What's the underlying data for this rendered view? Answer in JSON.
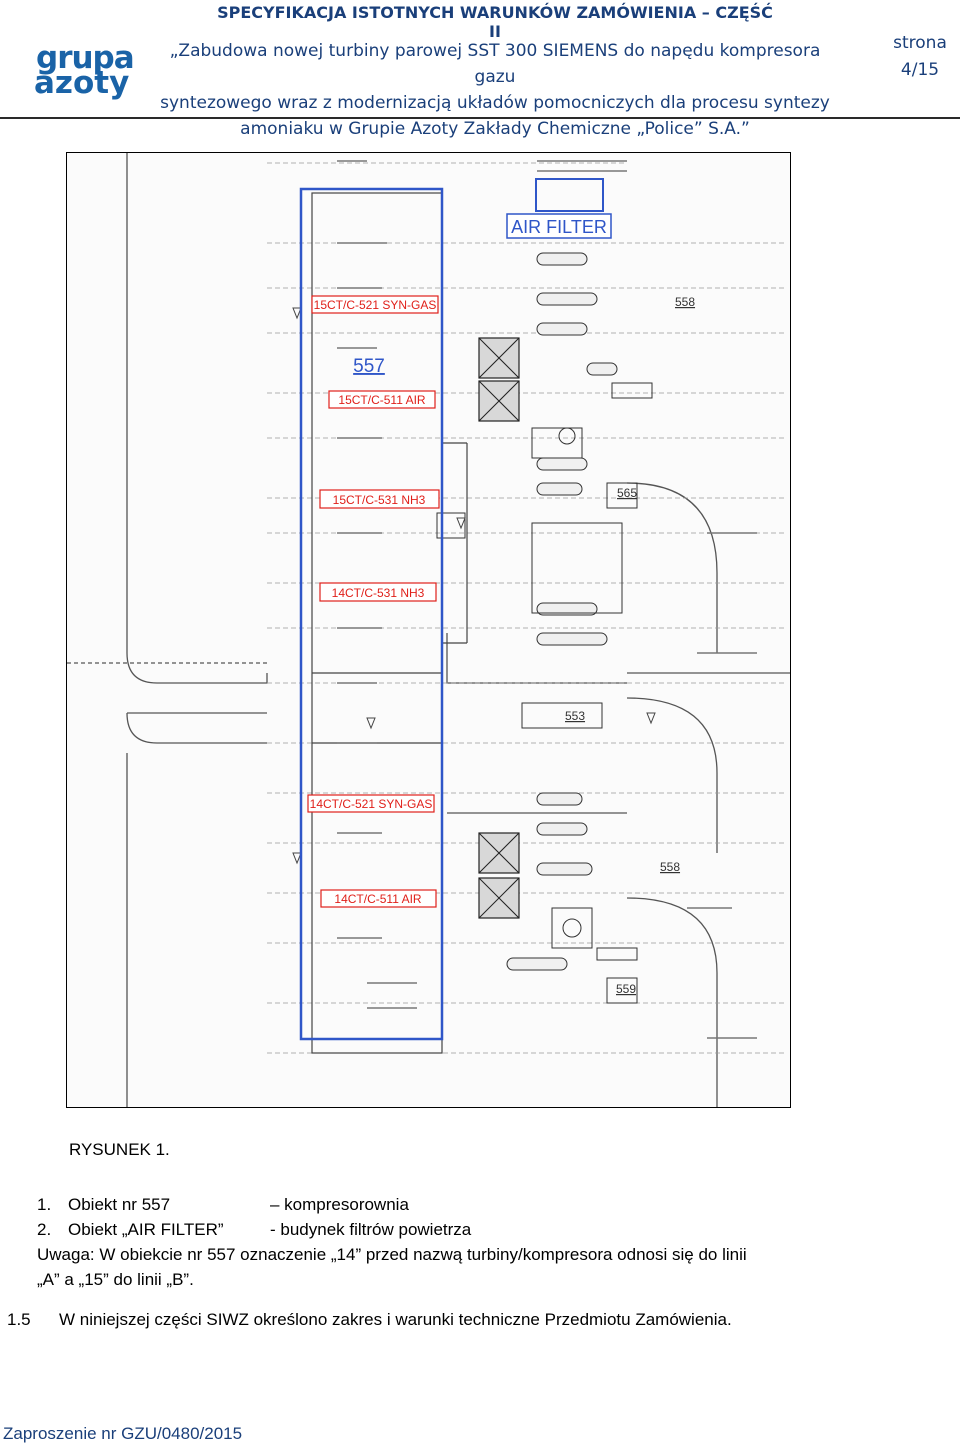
{
  "header": {
    "logo_line1": "grupa",
    "logo_line2": "azoty",
    "spec_title": "SPECYFIKACJA ISTOTNYCH WARUNKÓW ZAMÓWIENIA – CZĘŚĆ II",
    "subject_lines": [
      "„Zabudowa nowej turbiny parowej SST 300 SIEMENS do napędu kompresora gazu",
      "syntezowego wraz z modernizacją układów pomocniczych dla procesu syntezy",
      "amoniaku w Grupie Azoty Zakłady Chemiczne „Police” S.A.”"
    ],
    "page_label": "strona",
    "page_number": "4/15"
  },
  "drawing": {
    "labels": {
      "air_filter": "AIR FILTER",
      "bldg_557": "557",
      "syn_gas_15": "15CT/C-521 SYN-GAS",
      "air_15": "15CT/C-511 AIR",
      "nh3_15": "15CT/C-531 NH3",
      "nh3_14": "14CT/C-531 NH3",
      "syn_gas_14": "14CT/C-521 SYN-GAS",
      "air_14": "14CT/C-511 AIR",
      "bldg_565": "565",
      "bldg_553": "553",
      "bldg_558": "558",
      "bldg_559": "559"
    },
    "accent_blue": "#2f56c8",
    "accent_red": "#e0201a"
  },
  "caption": "RYSUNEK 1.",
  "items": [
    {
      "num": "1.",
      "object": "Obiekt nr 557",
      "desc": "– kompresorownia"
    },
    {
      "num": "2.",
      "object": "Obiekt „AIR FILTER”",
      "desc": "- budynek filtrów powietrza"
    }
  ],
  "note_line1": "Uwaga: W obiekcie nr 557 oznaczenie „14” przed nazwą turbiny/kompresora odnosi się do linii",
  "note_line2": "„A” a „15” do linii „B”.",
  "section": {
    "num": "1.5",
    "text": "W niniejszej części SIWZ określono zakres i warunki techniczne Przedmiotu Zamówienia."
  },
  "footer": "Zaproszenie nr GZU/0480/2015"
}
